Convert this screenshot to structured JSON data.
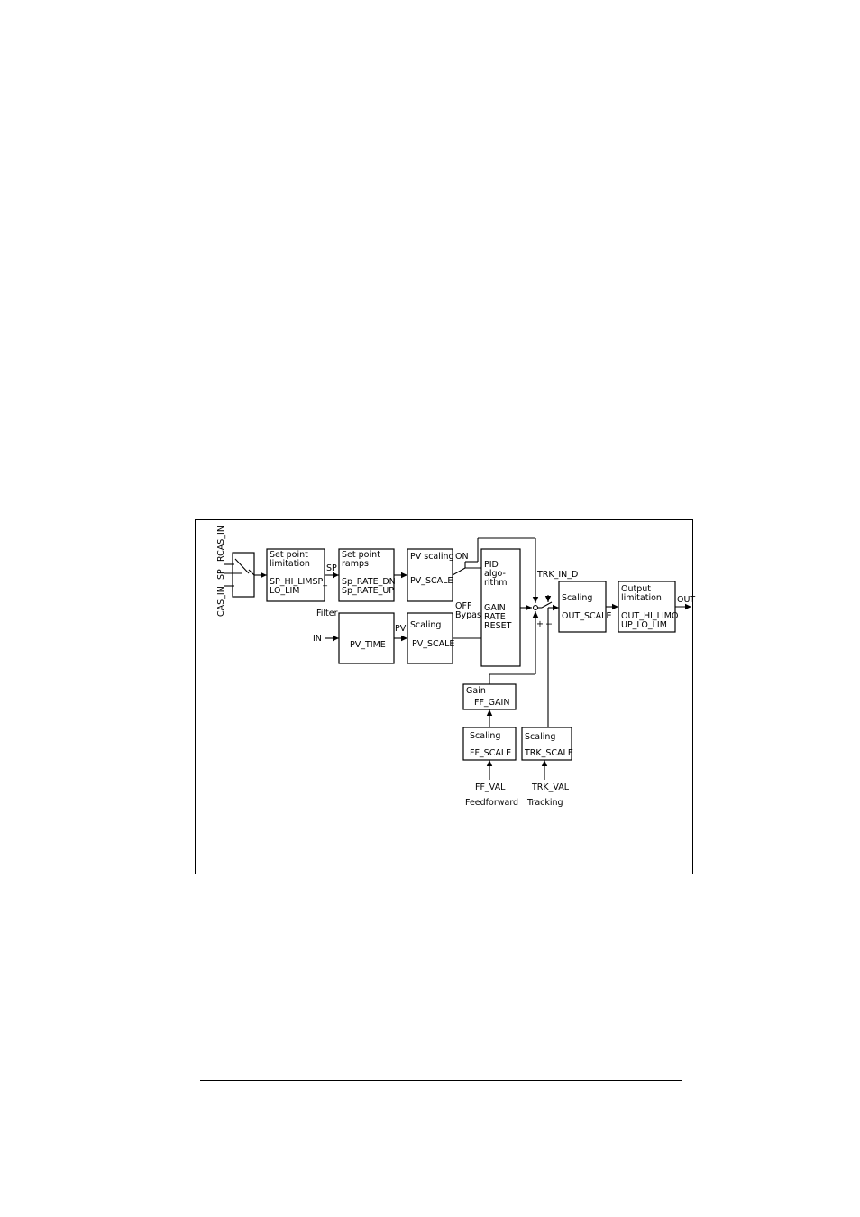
{
  "inputs": {
    "rcas_in": "RCAS_IN",
    "sp": "SP",
    "cas_in": "CAS_IN",
    "in": "IN",
    "filter": "Filter",
    "ff_val": "FF_VAL",
    "feedforward": "Feedforward",
    "trk_val": "TRK_VAL",
    "tracking": "Tracking",
    "trk_in_d": "TRK_IN_D"
  },
  "blocks": {
    "sp_limit": {
      "title1": "Set point",
      "title2": "limitation",
      "param1": "SP_HI_LIMSP_",
      "param2": "LO_LIM"
    },
    "sp_ramps": {
      "title1": "Set point",
      "title2": "ramps",
      "param1": "Sp_RATE_DN",
      "param2": "Sp_RATE_UP"
    },
    "pv_scaling": {
      "title": "PV scaling",
      "param": "PV_SCALE"
    },
    "pid": {
      "line1": "PID",
      "line2": "algo-",
      "line3": "rithm",
      "param1": "GAIN",
      "param2": "RATE",
      "param3": "RESET"
    },
    "pv_time": {
      "param": "PV_TIME"
    },
    "scaling_pv": {
      "title": "Scaling",
      "param": "PV_SCALE"
    },
    "out_scaling": {
      "title": "Scaling",
      "param": "OUT_SCALE"
    },
    "out_limit": {
      "title1": "Output",
      "title2": "limitation",
      "param1": "OUT_HI_LIMO",
      "param2": "UP_LO_LIM"
    },
    "gain": {
      "title": "Gain",
      "param": "FF_GAIN"
    },
    "ff_scaling": {
      "title": "Scaling",
      "param": "FF_SCALE"
    },
    "trk_scaling": {
      "title": "Scaling",
      "param": "TRK_SCALE"
    }
  },
  "signals": {
    "sp": "SP",
    "pv": "PV",
    "on": "ON",
    "off": "OFF",
    "bypass": "Bypass",
    "plus": "+",
    "minus": "−",
    "out": "OUT"
  }
}
